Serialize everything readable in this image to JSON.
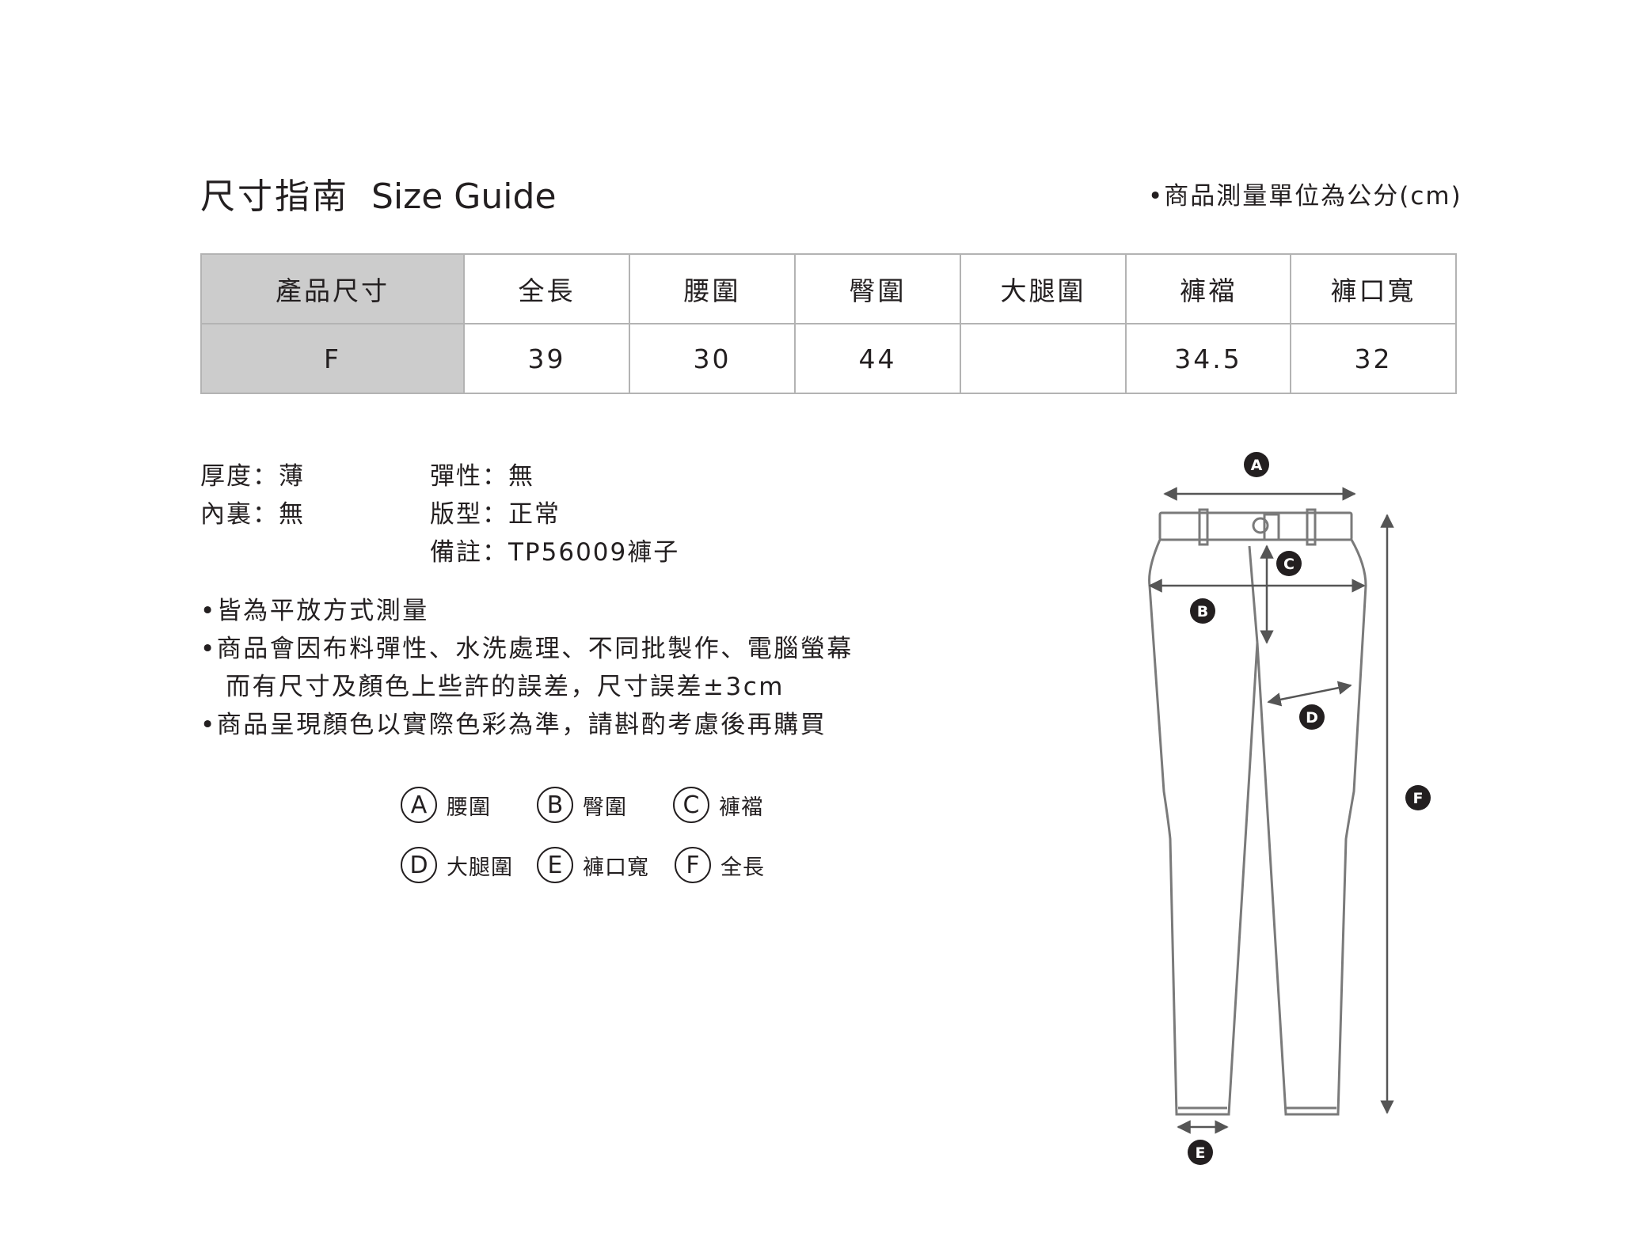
{
  "header": {
    "title_zh": "尺寸指南",
    "title_en": "Size Guide",
    "unit_note": "•商品測量單位為公分(cm)"
  },
  "table": {
    "headers": [
      "產品尺寸",
      "全長",
      "腰圍",
      "臀圍",
      "大腿圍",
      "褲襠",
      "褲口寬"
    ],
    "rows": [
      [
        "F",
        "39",
        "30",
        "44",
        "",
        "34.5",
        "32"
      ]
    ]
  },
  "attributes": {
    "thickness": "厚度：薄",
    "lining": "內裏：無",
    "elasticity": "彈性：無",
    "fit": "版型：正常",
    "remark": "備註：TP56009褲子"
  },
  "notes": [
    "•皆為平放方式測量",
    "•商品會因布料彈性、水洗處理、不同批製作、電腦螢幕",
    "而有尺寸及顏色上些許的誤差，尺寸誤差±3cm",
    "•商品呈現顏色以實際色彩為準，請斟酌考慮後再購買"
  ],
  "legend": [
    {
      "letter": "A",
      "label": "腰圍"
    },
    {
      "letter": "B",
      "label": "臀圍"
    },
    {
      "letter": "C",
      "label": "褲襠"
    },
    {
      "letter": "D",
      "label": "大腿圍"
    },
    {
      "letter": "E",
      "label": "褲口寬"
    },
    {
      "letter": "F",
      "label": "全長"
    }
  ],
  "diagram_markers": [
    "A",
    "B",
    "C",
    "D",
    "E",
    "F"
  ],
  "colors": {
    "text": "#231f20",
    "header_cell_bg": "#cccccc",
    "border": "#b3b3b3",
    "pants_outline": "#7a7a7a"
  }
}
